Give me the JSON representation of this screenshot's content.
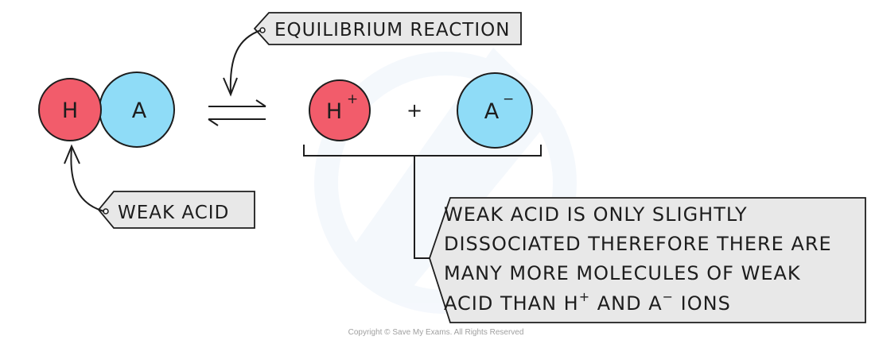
{
  "molecule": {
    "h_label": "H",
    "a_label": "A"
  },
  "products": {
    "h_label": "H",
    "h_charge": "+",
    "plus": "+",
    "a_label": "A",
    "a_charge": "−"
  },
  "tags": {
    "equilibrium": "EQUILIBRIUM REACTION",
    "weak_acid": "WEAK ACID"
  },
  "note": {
    "line1": "WEAK ACID IS ONLY SLIGHTLY",
    "line2": "DISSOCIATED THEREFORE THERE ARE",
    "line3": "MANY MORE MOLECULES OF WEAK",
    "line4_part1": "ACID THAN H",
    "line4_sup1": "+",
    "line4_part2": " AND A",
    "line4_sup2": "−",
    "line4_part3": " IONS"
  },
  "copyright": "Copyright © Save My Exams. All Rights Reserved",
  "colors": {
    "hydrogen": "#f25c6b",
    "anion": "#8fdcf7",
    "tag_fill": "#e8e8e8",
    "stroke": "#1d1d1d"
  }
}
